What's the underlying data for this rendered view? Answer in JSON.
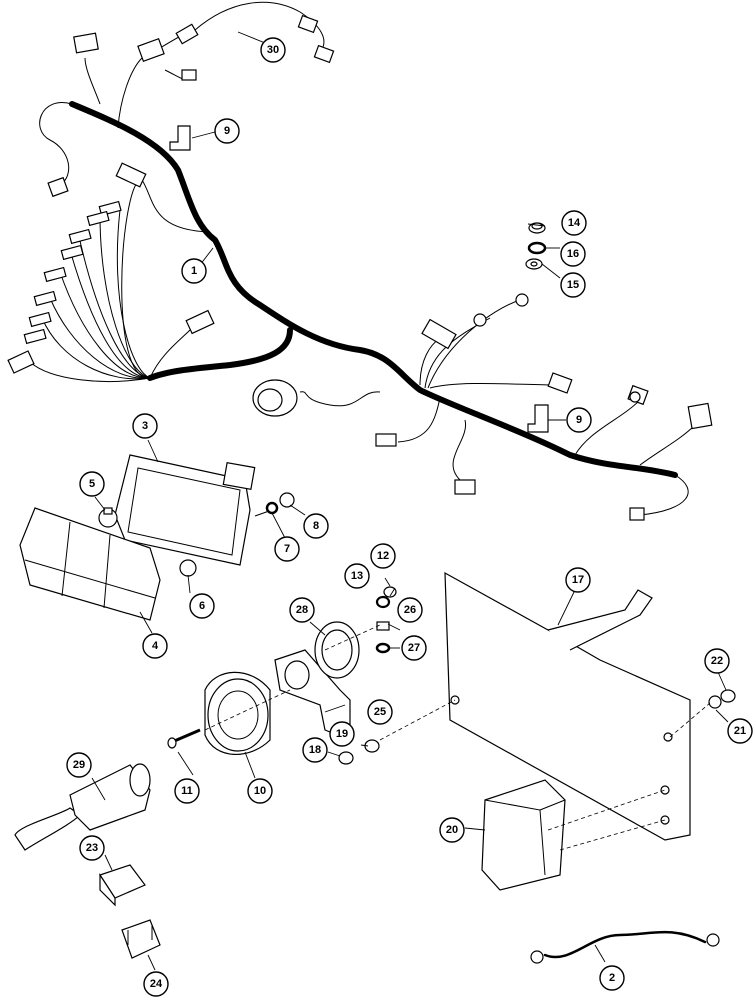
{
  "callouts": {
    "c1": "1",
    "c2": "2",
    "c3": "3",
    "c4": "4",
    "c5": "5",
    "c6": "6",
    "c7": "7",
    "c8": "8",
    "c9a": "9",
    "c9b": "9",
    "c10": "10",
    "c11": "11",
    "c12": "12",
    "c13": "13",
    "c14": "14",
    "c15": "15",
    "c16": "16",
    "c17": "17",
    "c18": "18",
    "c19": "19",
    "c20": "20",
    "c21": "21",
    "c22": "22",
    "c23": "23",
    "c24": "24",
    "c25": "25",
    "c26": "26",
    "c27": "27",
    "c28": "28",
    "c29": "29",
    "c30": "30"
  }
}
